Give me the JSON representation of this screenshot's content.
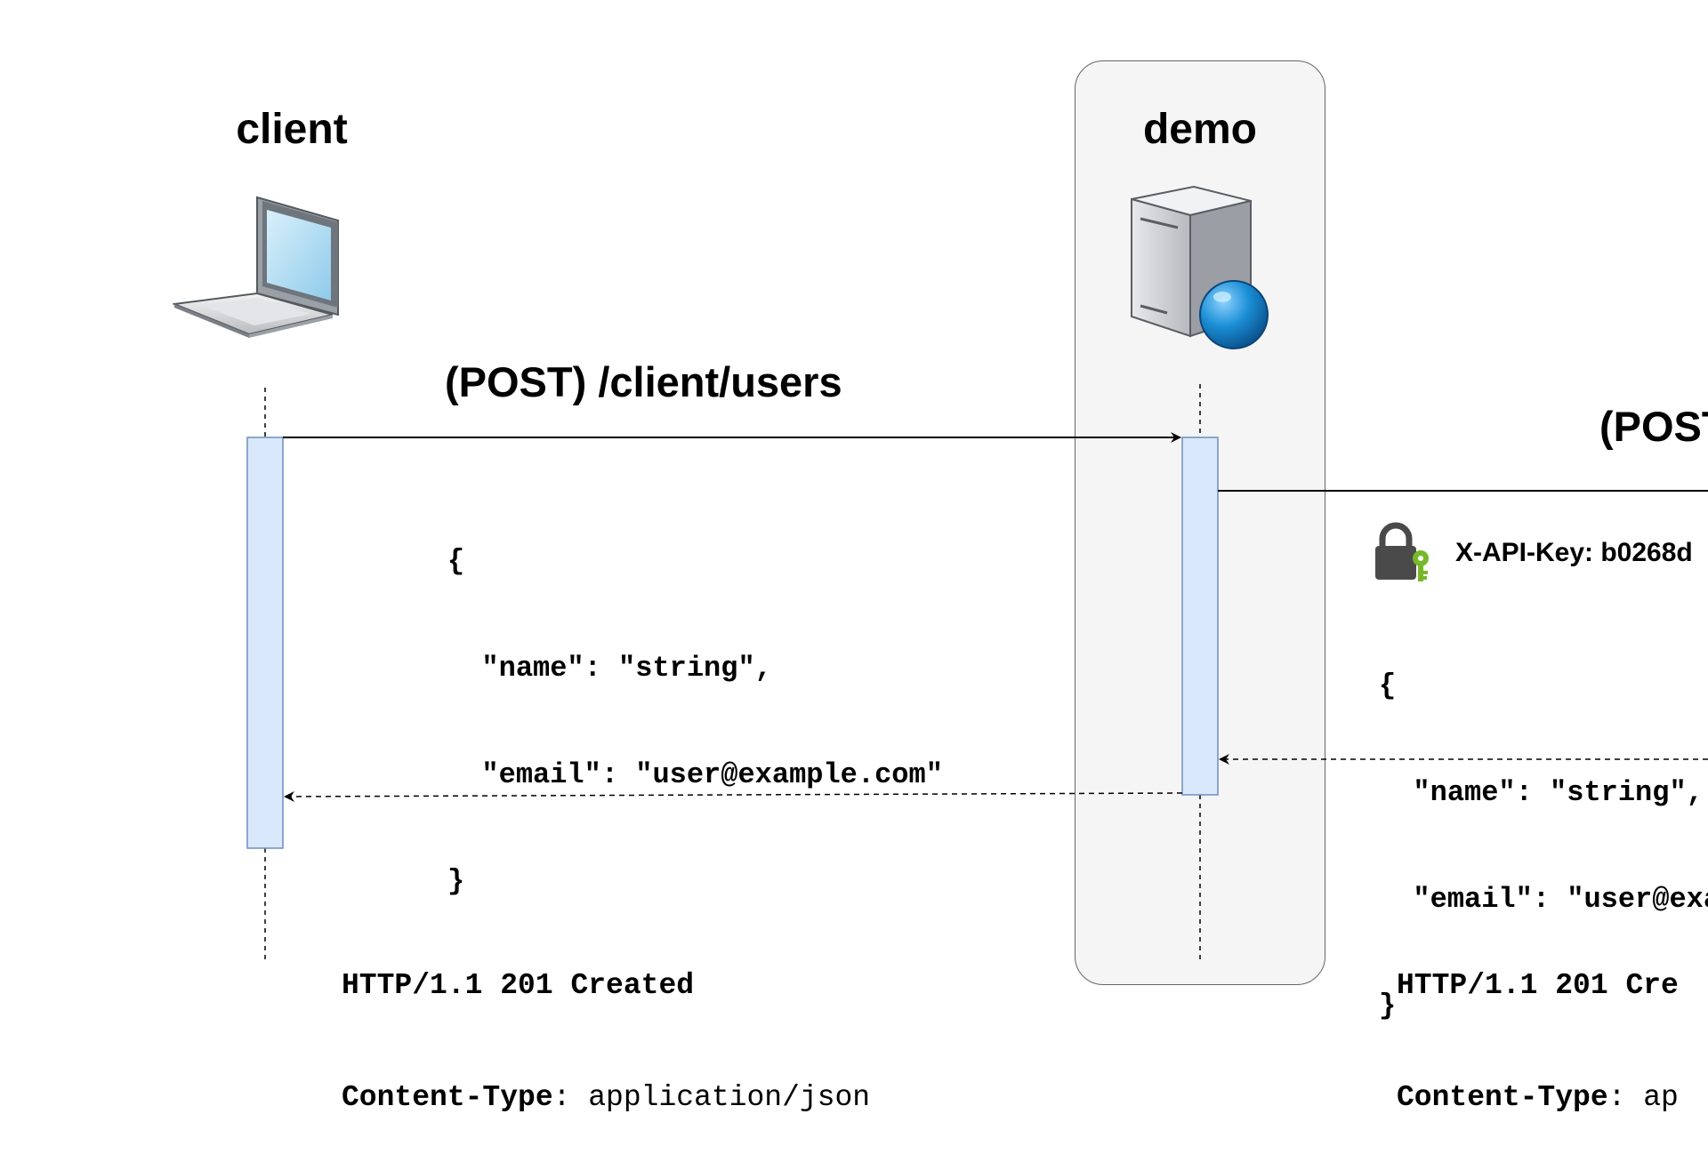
{
  "participants": {
    "client": {
      "title": "client",
      "icon": "laptop-icon"
    },
    "demo": {
      "title": "demo",
      "icon": "web-server-icon"
    }
  },
  "messages": {
    "client_to_demo": {
      "label": "(POST) /client/users",
      "body": [
        "{",
        "  \"name\": \"string\",",
        "  \"email\": \"user@example.com\"",
        "}"
      ]
    },
    "demo_to_upstream": {
      "label": "(POST",
      "header_icon": "lock-key-icon",
      "header": "X-API-Key: b0268d",
      "body": [
        "{",
        "  \"name\": \"string\",",
        "  \"email\": \"user@exa",
        "}"
      ]
    }
  },
  "responses": {
    "demo_to_client": {
      "status": "HTTP/1.1 201 Created",
      "content_type_key": "Content-Type",
      "content_type_value": ": application/json"
    },
    "upstream_to_demo": {
      "status": "HTTP/1.1 201 Cre",
      "content_type_key": "Content-Type",
      "content_type_value": ": ap"
    }
  },
  "colors": {
    "lane_fill": "#f5f5f5",
    "activation_fill": "#dae8fc",
    "activation_stroke": "#6c8ebf",
    "lifeline": "#000000"
  }
}
